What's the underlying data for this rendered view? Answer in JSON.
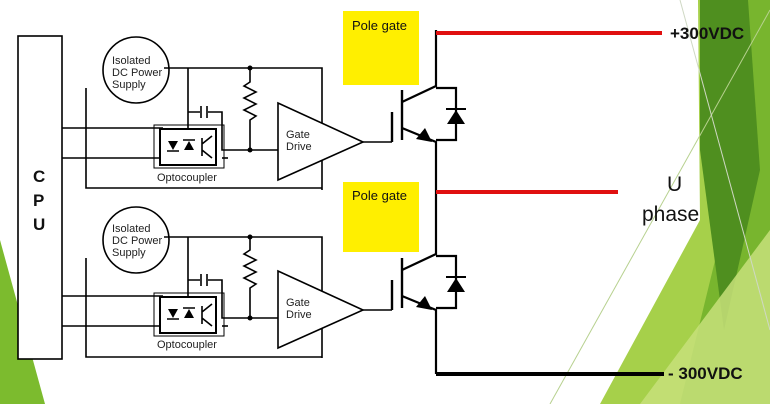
{
  "cpu": {
    "letters": [
      "C",
      "P",
      "U"
    ]
  },
  "upper_stage": {
    "power_supply": [
      "Isolated",
      "DC Power",
      "Supply"
    ],
    "gate_drive": [
      "Gate",
      "Drive"
    ],
    "optocoupler": "Optocoupler",
    "pole_gate": "Pole gate"
  },
  "lower_stage": {
    "power_supply": [
      "Isolated",
      "DC Power",
      "Supply"
    ],
    "gate_drive": [
      "Gate",
      "Drive"
    ],
    "optocoupler": "Optocoupler",
    "pole_gate": "Pole gate"
  },
  "rails": {
    "positive": "+300VDC",
    "negative": "- 300VDC"
  },
  "output": {
    "line1": "U",
    "line2": "phase"
  },
  "colors": {
    "pole_gate_fill": "#ffef00",
    "positive_rail": "#e01010",
    "output_line": "#e01010",
    "negative_rail": "#000000",
    "green_dark": "#4f8f1f",
    "green_mid": "#78b52e",
    "green_light": "#a6d04a"
  }
}
